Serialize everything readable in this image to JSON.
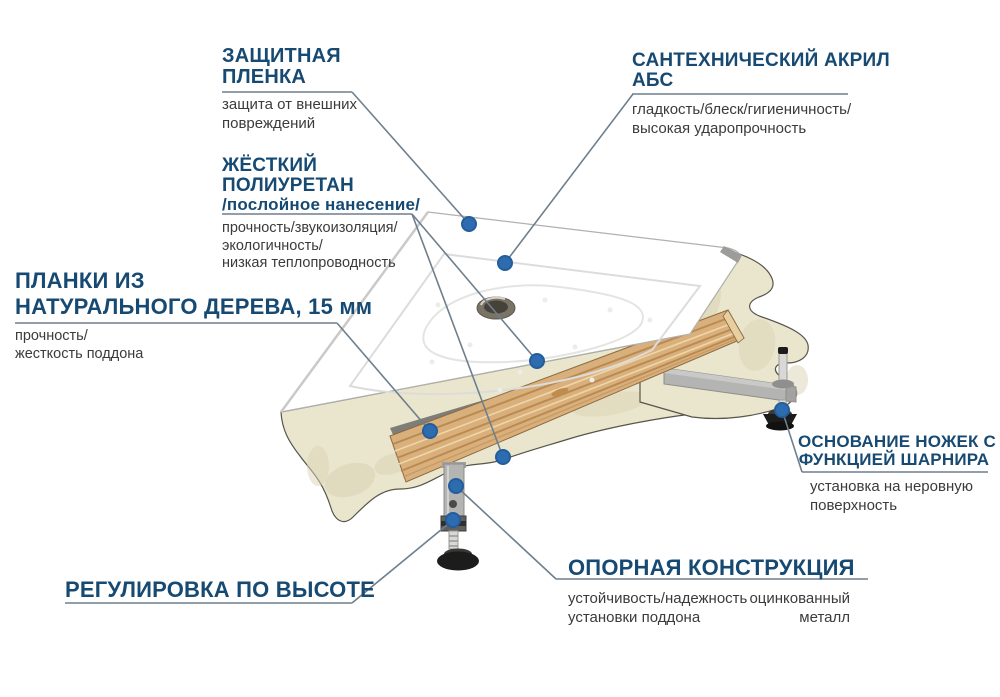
{
  "colors": {
    "heading": "#174a73",
    "body_text": "#3b3b3b",
    "leader_line": "#6e7f8d",
    "dot_fill": "#2e6cb0",
    "dot_border": "#235d9c",
    "foam": "#eae5cd",
    "foam_shadow": "#d9d3b6",
    "wood": "#d9b07c",
    "wood_stripe": "#b98a52",
    "metal": "#b4b4b2",
    "foot_black": "#1c1c1c",
    "tray_white": "#ffffff"
  },
  "labels": {
    "film": {
      "title1": "ЗАЩИТНАЯ",
      "title2": "ПЛЕНКА",
      "desc1": "защита от внешних",
      "desc2": "повреждений"
    },
    "acrylic": {
      "title1": "САНТЕХНИЧЕСКИЙ АКРИЛ",
      "title2": "АБС",
      "desc1": "гладкость/блеск/гигиеничность/",
      "desc2": "высокая ударопрочность"
    },
    "polyurethane": {
      "title1": "ЖЁСТКИЙ",
      "title2": "ПОЛИУРЕТАН",
      "title3": "/послойное нанесение/",
      "desc1": "прочность/звукоизоляция/",
      "desc2": "экологичность/",
      "desc3": "низкая теплопроводность"
    },
    "wood": {
      "title1": "ПЛАНКИ ИЗ",
      "title2": "НАТУРАЛЬНОГО ДЕРЕВА, 15 мм",
      "desc1": "прочность/",
      "desc2": "жесткость поддона"
    },
    "height_adjust": {
      "title": "РЕГУЛИРОВКА ПО ВЫСОТЕ"
    },
    "support": {
      "title": "ОПОРНАЯ КОНСТРУКЦИЯ",
      "desc1": "устойчивость/надежность",
      "desc2": "установки поддона",
      "note1": "оцинкованный",
      "note2": "металл"
    },
    "feet": {
      "title1": "ОСНОВАНИЕ НОЖЕК С",
      "title2": "ФУНКЦИЕЙ ШАРНИРА",
      "desc1": "установка на неровную",
      "desc2": "поверхность"
    }
  }
}
